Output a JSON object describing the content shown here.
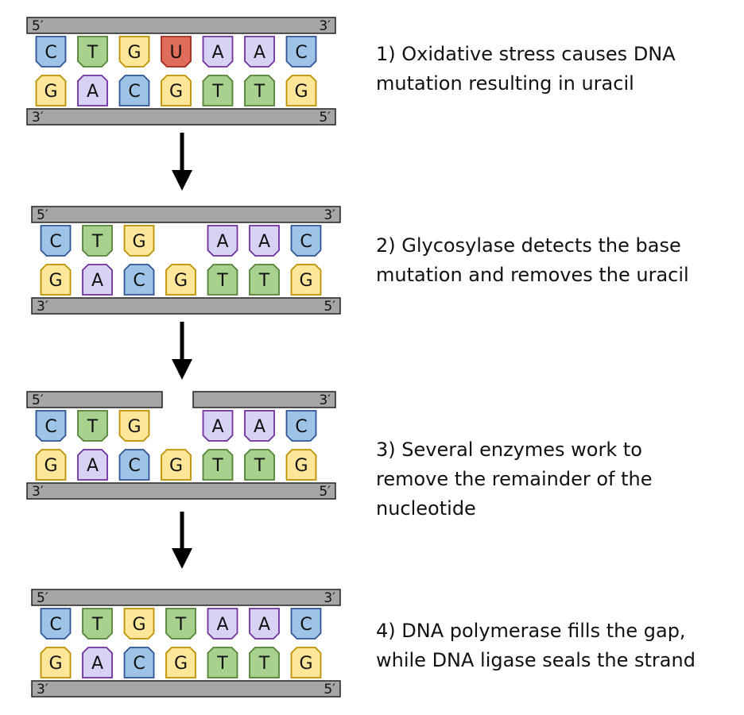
{
  "colors": {
    "backbone": "#a6a6a6",
    "outline": "#222222",
    "C": {
      "fill": "#9dc3e6",
      "stroke": "#2f5597"
    },
    "G": {
      "fill": "#ffe699",
      "stroke": "#bf9000"
    },
    "A": {
      "fill": "#d7d3f5",
      "stroke": "#7030a0"
    },
    "T": {
      "fill": "#a9d18e",
      "stroke": "#548235"
    },
    "U": {
      "fill": "#e06c5c",
      "stroke": "#a02b1e"
    }
  },
  "labels": {
    "five_prime": "5′",
    "three_prime": "3′"
  },
  "steps": [
    {
      "top": [
        "C",
        "T",
        "G",
        "U",
        "A",
        "A",
        "C"
      ],
      "bottom": [
        "G",
        "A",
        "C",
        "G",
        "T",
        "T",
        "G"
      ],
      "backbone_gap": false,
      "description": [
        "1) Oxidative stress causes DNA",
        "mutation resulting in uracil"
      ]
    },
    {
      "top": [
        "C",
        "T",
        "G",
        "",
        "A",
        "A",
        "C"
      ],
      "bottom": [
        "G",
        "A",
        "C",
        "G",
        "T",
        "T",
        "G"
      ],
      "backbone_gap": false,
      "description": [
        "2) Glycosylase detects the base",
        "mutation and removes the uracil"
      ]
    },
    {
      "top": [
        "C",
        "T",
        "G",
        "",
        "A",
        "A",
        "C"
      ],
      "bottom": [
        "G",
        "A",
        "C",
        "G",
        "T",
        "T",
        "G"
      ],
      "backbone_gap": true,
      "description": [
        "3) Several enzymes work to",
        "remove the remainder of the",
        "nucleotide"
      ]
    },
    {
      "top": [
        "C",
        "T",
        "G",
        "T",
        "A",
        "A",
        "C"
      ],
      "bottom": [
        "G",
        "A",
        "C",
        "G",
        "T",
        "T",
        "G"
      ],
      "backbone_gap": false,
      "description": [
        "4) DNA polymerase fills the gap,",
        "while DNA ligase seals the strand"
      ]
    }
  ]
}
